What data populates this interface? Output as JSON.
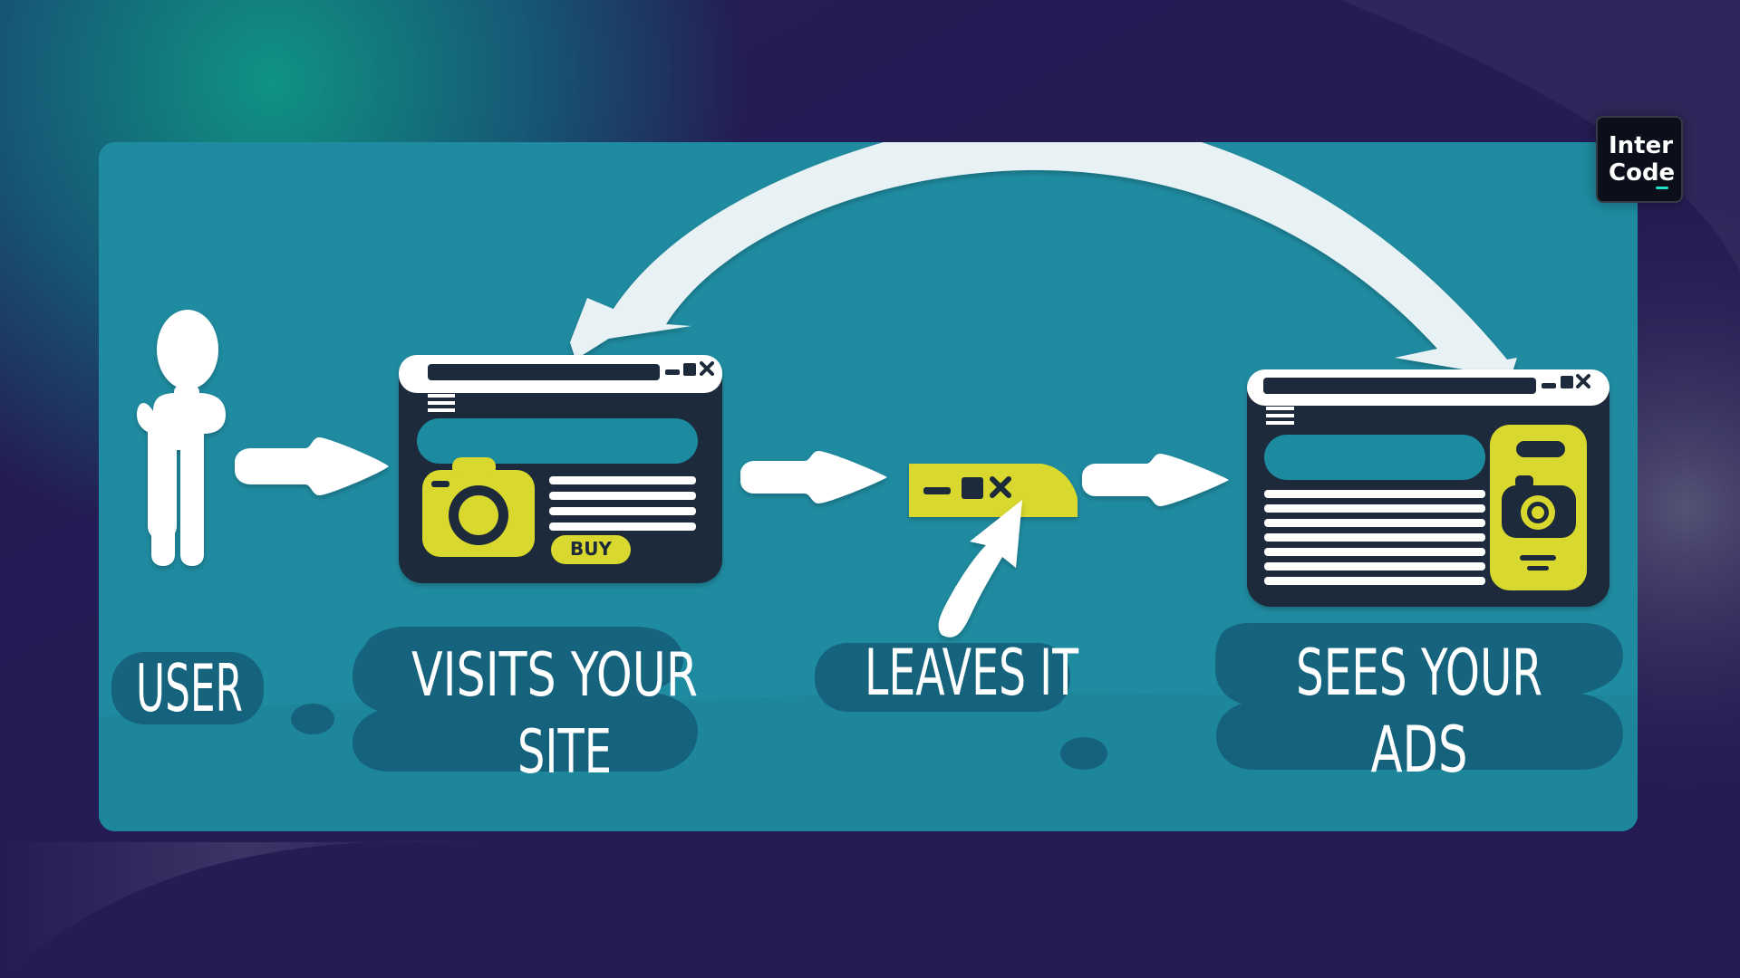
{
  "diagram": {
    "steps": [
      {
        "id": "user",
        "label_lines": [
          "USER"
        ]
      },
      {
        "id": "visits-your-site",
        "label_lines": [
          "VISITS YOUR",
          "SITE"
        ]
      },
      {
        "id": "leaves-it",
        "label_lines": [
          "LEAVES IT"
        ]
      },
      {
        "id": "sees-your-ads",
        "label_lines": [
          "SEES YOUR",
          "ADS"
        ]
      }
    ],
    "buy_button": {
      "label": "BUY"
    }
  },
  "logo": {
    "line1": "Inter",
    "line2": "Code"
  },
  "colors": {
    "panel": "#1f8ba0",
    "panel_shade": "#176f81",
    "label_blob": "#15607a",
    "navy": "#1d2a3b",
    "yellow": "#d8d82d",
    "white": "#ffffff",
    "curve": "#e8f1f4",
    "logo_bg": "#0b0f19",
    "logo_accent": "#21e0c8"
  },
  "icons": [
    "user-icon",
    "browser-window-icon",
    "camera-icon",
    "menu-icon",
    "close-icon",
    "minimize-icon",
    "maximize-icon",
    "cursor-arrow-icon",
    "right-arrow-icon",
    "return-arrow-icon"
  ]
}
